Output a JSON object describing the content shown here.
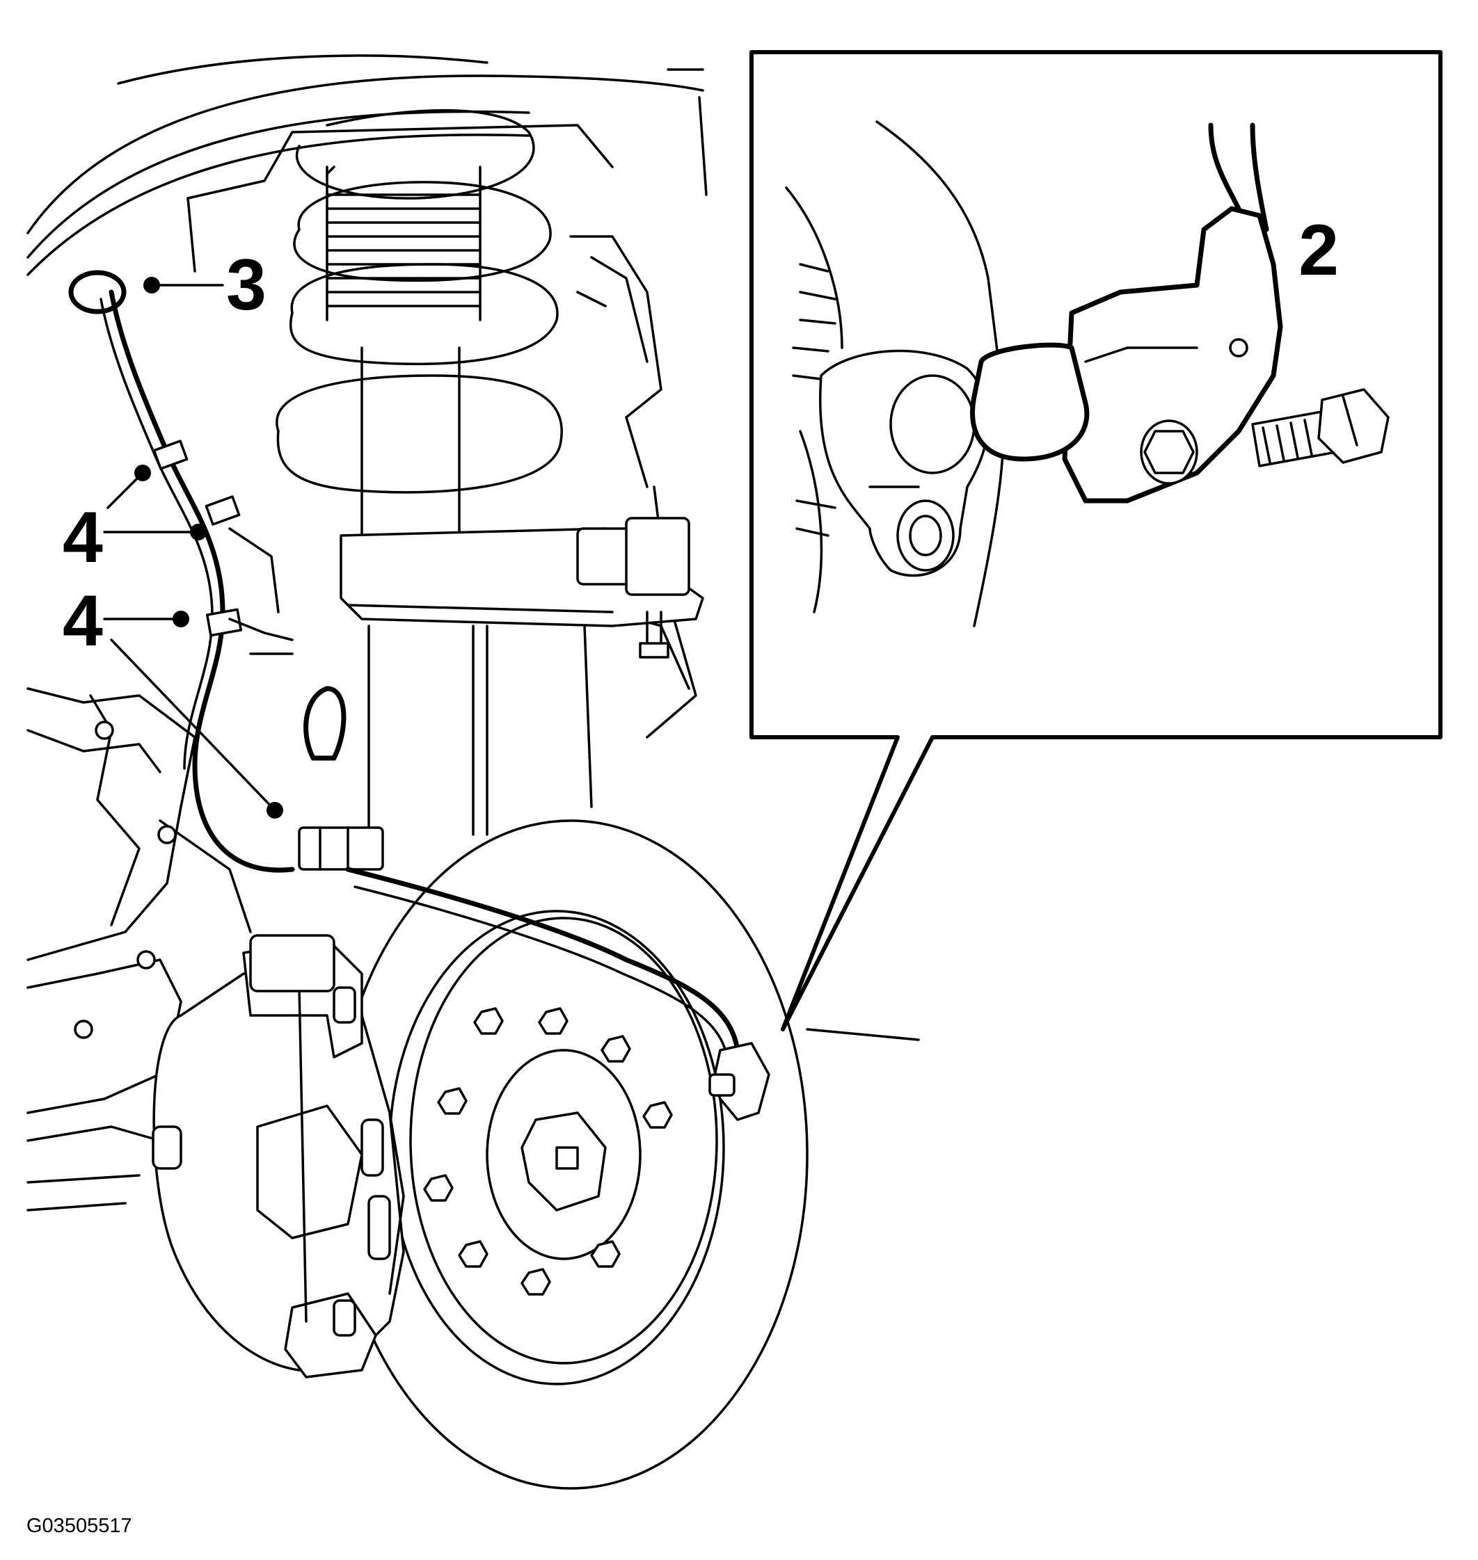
{
  "figure_id": "G03505517",
  "callouts": [
    {
      "label": "3"
    },
    {
      "label": "4"
    },
    {
      "label": "4"
    },
    {
      "label": "2"
    }
  ],
  "line_color": "#000000",
  "background": "#ffffff"
}
